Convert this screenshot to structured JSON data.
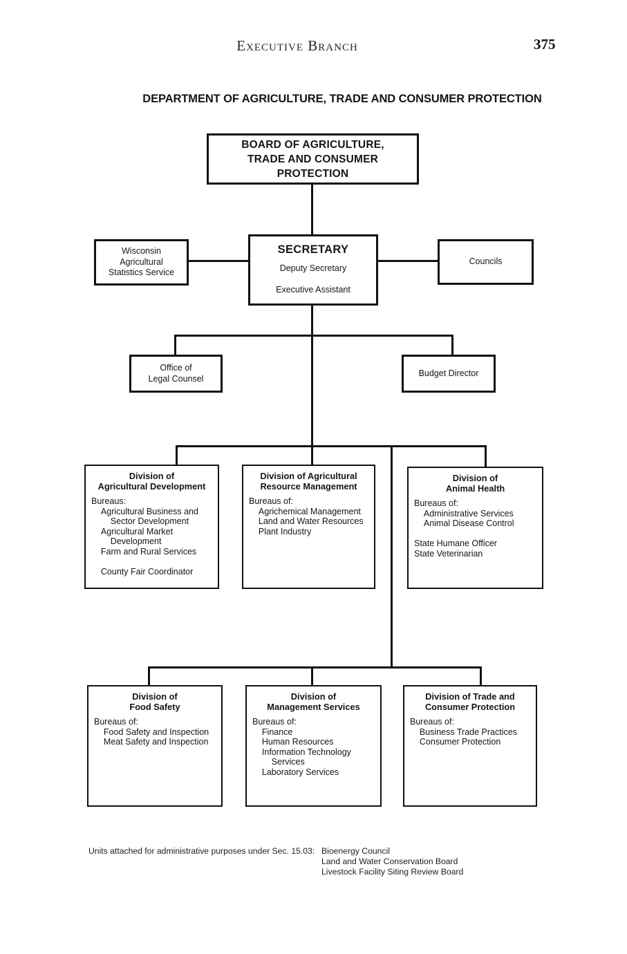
{
  "page": {
    "running_header": "Executive Branch",
    "page_number": "375",
    "title": "DEPARTMENT OF AGRICULTURE, TRADE AND CONSUMER PROTECTION"
  },
  "chart": {
    "board": {
      "label": "BOARD OF AGRICULTURE,\nTRADE AND CONSUMER\nPROTECTION"
    },
    "secretary": {
      "title": "SECRETARY",
      "deputy": "Deputy Secretary",
      "assistant": "Executive Assistant"
    },
    "statistics_service": {
      "label": "Wisconsin\nAgricultural\nStatistics Service"
    },
    "councils": {
      "label": "Councils"
    },
    "legal_counsel": {
      "label": "Office of\nLegal Counsel"
    },
    "budget_director": {
      "label": "Budget Director"
    },
    "divisions": [
      {
        "title": "Division of\nAgricultural Development",
        "body": "Bureaus:\n    Agricultural Business and\n        Sector Development\n    Agricultural Market\n        Development\n    Farm and Rural Services\n\n    County Fair Coordinator"
      },
      {
        "title": "Division of Agricultural\nResource Management",
        "body": "Bureaus of:\n    Agrichemical Management\n    Land and Water Resources\n    Plant Industry"
      },
      {
        "title": "Division of\nAnimal Health",
        "body": "Bureaus of:\n    Administrative Services\n    Animal Disease Control\n\nState Humane Officer\nState Veterinarian"
      },
      {
        "title": "Division of\nFood Safety",
        "body": "Bureaus of:\n    Food Safety and Inspection\n    Meat Safety and Inspection"
      },
      {
        "title": "Division of\nManagement Services",
        "body": "Bureaus of:\n    Finance\n    Human Resources\n    Information Technology\n        Services\n    Laboratory Services"
      },
      {
        "title": "Division of Trade and\nConsumer Protection",
        "body": "Bureaus of:\n    Business Trade Practices\n    Consumer Protection"
      }
    ]
  },
  "footer": {
    "label": "Units attached for administrative purposes under Sec. 15.03:",
    "units": [
      "Bioenergy Council",
      "Land and Water Conservation Board",
      "Livestock Facility Siting Review Board"
    ]
  }
}
